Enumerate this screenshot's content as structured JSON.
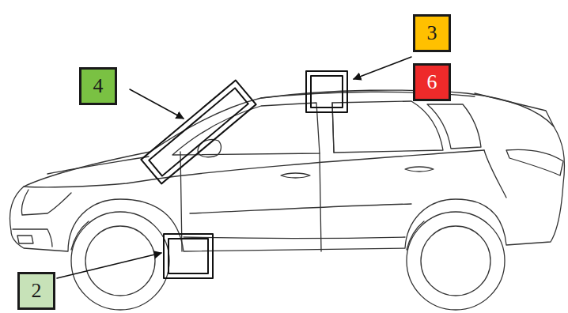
{
  "diagram": {
    "nodes": [
      {
        "text": [
          "3"
        ]
      },
      {
        "text": [
          "4"
        ]
      },
      {
        "text": [
          "6"
        ]
      },
      {
        "text": [
          "2"
        ]
      }
    ]
  }
}
